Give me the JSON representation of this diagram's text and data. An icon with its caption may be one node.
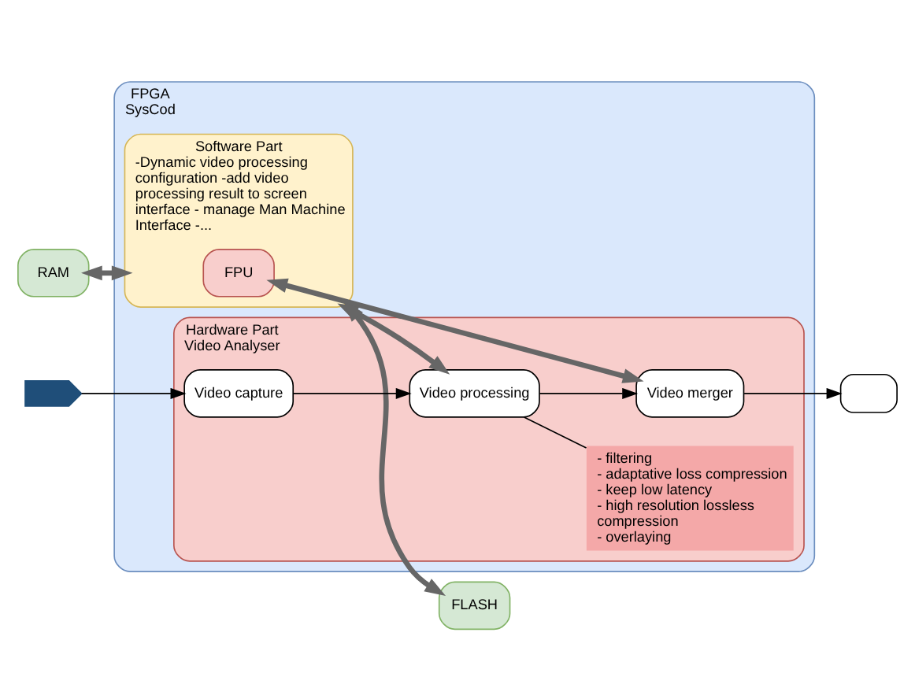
{
  "diagram": {
    "nodes": [
      {
        "text": [
          "RAM"
        ]
      },
      {
        "text": [
          "FPGA",
          "SysCod"
        ]
      },
      {
        "text": [
          "Software Part",
          "-Dynamic video processing configuration -add video processing result to screen interface - manage Man Machine Interface -..."
        ],
        "in": 1
      },
      {
        "text": [
          "FPU"
        ],
        "in": 2
      },
      {
        "text": [
          "Hardware Part",
          "Video Analyser"
        ],
        "in": 1
      },
      {
        "text": [
          "Video capture"
        ],
        "in": 4
      },
      {
        "text": [
          "Video processing"
        ],
        "in": 4
      },
      {
        "text": [
          "Video merger"
        ],
        "in": 4
      },
      {
        "text": [
          "- filtering",
          "- adaptative loss compression",
          "- keep low latency",
          "- high resolution lossless compression",
          "- overlaying"
        ],
        "in": 4
      },
      {
        "text": [
          "FLASH"
        ]
      },
      {
        "text": [],
        "shape": "camera"
      },
      {
        "text": [],
        "shape": "monitor"
      }
    ],
    "edges": [
      {
        "from": 0,
        "to": 2,
        "arrow": "both",
        "style": "thick",
        "color": "#666666"
      },
      {
        "from": 2,
        "to": 9,
        "arrow": "both",
        "style": "thick",
        "color": "#666666"
      },
      {
        "from": 2,
        "to": 6,
        "arrow": "both",
        "style": "thick",
        "color": "#666666"
      },
      {
        "from": 3,
        "to": 7,
        "arrow": "both",
        "style": "thick",
        "color": "#666666"
      },
      {
        "from": 10,
        "to": 5,
        "arrow": "to"
      },
      {
        "from": 5,
        "to": 6,
        "arrow": "to"
      },
      {
        "from": 6,
        "to": 7,
        "arrow": "to"
      },
      {
        "from": 6,
        "to": 8,
        "arrow": "none"
      },
      {
        "from": 7,
        "to": 11,
        "arrow": "to"
      }
    ]
  }
}
